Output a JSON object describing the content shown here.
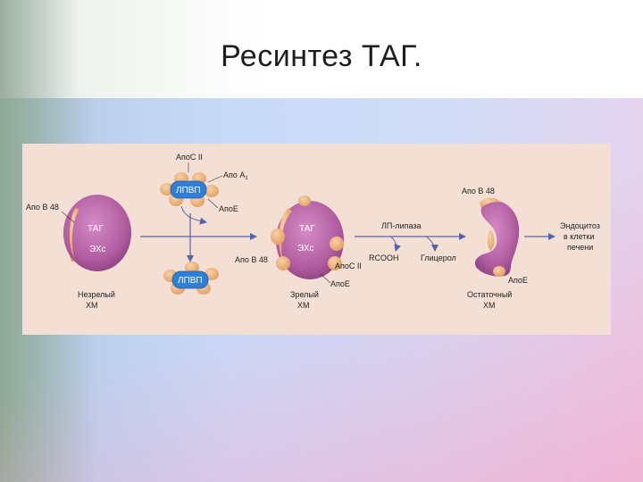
{
  "slide": {
    "title": "Ресинтез ТАГ."
  },
  "diagram": {
    "immature": {
      "apo_b48": "Апо В 48",
      "tag": "ТАГ",
      "ehs": "ЭХс",
      "caption_line1": "Незрелый",
      "caption_line2": "ХМ"
    },
    "hdl_top": {
      "label": "ЛПВП",
      "apo_c2": "АпоС II",
      "apo_a1": "Апо А",
      "apo_a1_sub": "1",
      "apo_e": "АпоЕ"
    },
    "hdl_bottom": {
      "label": "ЛПВП"
    },
    "mature": {
      "tag": "ТАГ",
      "ehs": "ЭХс",
      "apo_b48": "Апо В 48",
      "apo_c2": "АпоС II",
      "apo_e": "АпоЕ",
      "caption_line1": "Зрелый",
      "caption_line2": "ХМ"
    },
    "lipase": {
      "label": "ЛП-липаза",
      "product1": "RCOOH",
      "product2": "Глицерол"
    },
    "remnant": {
      "apo_b48": "Апо В 48",
      "apo_e": "АпоЕ",
      "caption_line1": "Остаточный",
      "caption_line2": "ХМ"
    },
    "endocytosis": {
      "line1": "Эндоцитоз",
      "line2": "в клетки",
      "line3": "печени"
    }
  },
  "colors": {
    "particle": "#b45ea2",
    "apo": "#e9ad72",
    "hdl": "#2f7fd6",
    "arrow": "#5563a9",
    "panel": "#f4dfd4"
  }
}
